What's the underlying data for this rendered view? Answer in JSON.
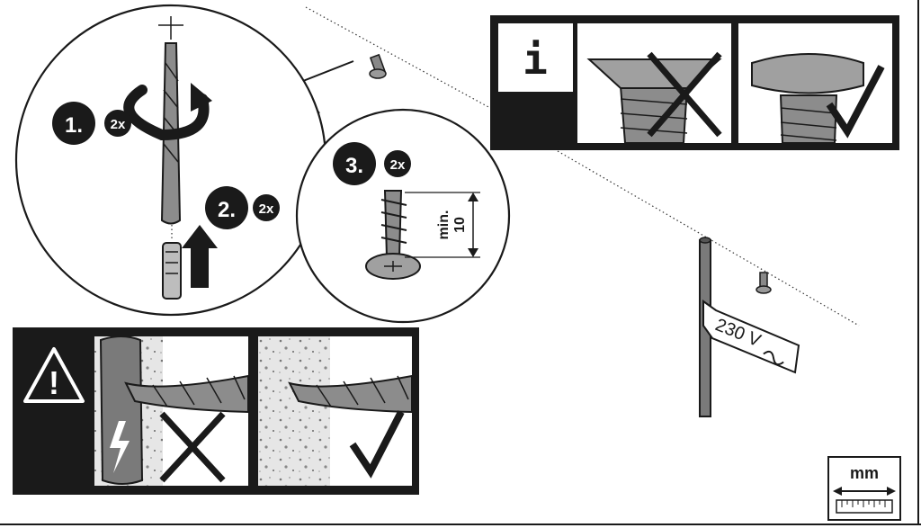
{
  "steps": {
    "drill": {
      "number": "1.",
      "count": "2x"
    },
    "dowel": {
      "number": "2.",
      "count": "2x"
    },
    "screw": {
      "number": "3.",
      "count": "2x"
    }
  },
  "screw_depth": {
    "line1": "min.",
    "line2": "10"
  },
  "cable_label": "230 V",
  "info_panel": {
    "glyph": "i"
  },
  "warning_panel": {
    "glyph": "!"
  },
  "units": {
    "label": "mm"
  },
  "colors": {
    "ink": "#1a1a1a",
    "concrete": "#e6e6e6",
    "cable": "#7a7a7a",
    "screw_fill": "#8c8c8c"
  }
}
